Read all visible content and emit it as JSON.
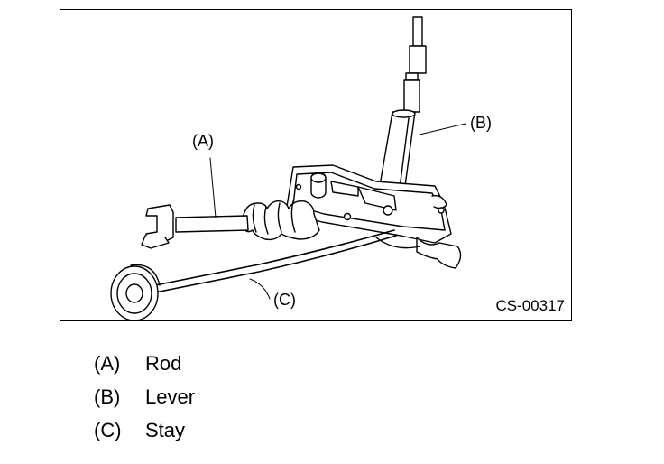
{
  "figure": {
    "code": "CS-00317",
    "callouts": [
      {
        "key": "(A)"
      },
      {
        "key": "(B)"
      },
      {
        "key": "(C)"
      }
    ]
  },
  "legend": [
    {
      "key": "(A)",
      "value": "Rod"
    },
    {
      "key": "(B)",
      "value": "Lever"
    },
    {
      "key": "(C)",
      "value": "Stay"
    }
  ]
}
